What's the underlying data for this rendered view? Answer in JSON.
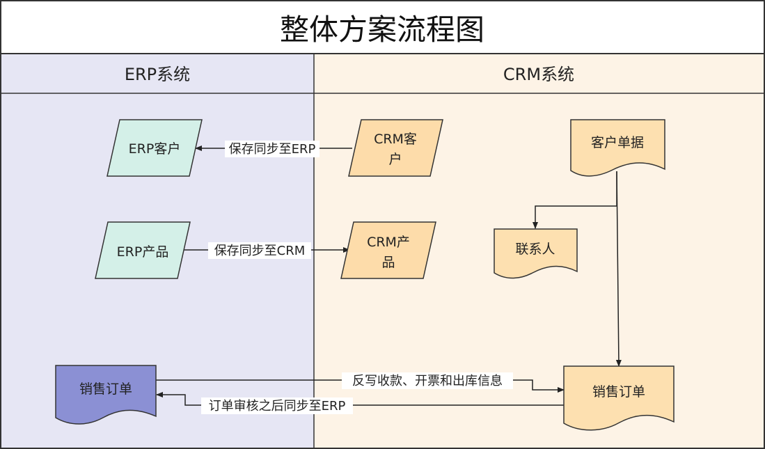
{
  "diagram": {
    "title": "整体方案流程图",
    "lanes": [
      {
        "id": "erp",
        "label": "ERP系统",
        "color": "#e6e6f4"
      },
      {
        "id": "crm",
        "label": "CRM系统",
        "color": "#fdf3e6"
      }
    ],
    "nodes": [
      {
        "id": "erp-customer",
        "shape": "parallelogram",
        "lines": [
          "ERP客户"
        ],
        "fill": "#d4f0e8"
      },
      {
        "id": "crm-customer",
        "shape": "parallelogram",
        "lines": [
          "CRM客",
          "户"
        ],
        "fill": "#fddcaa"
      },
      {
        "id": "customer-docs",
        "shape": "document",
        "lines": [
          "客户单据"
        ],
        "fill": "#fde0b0"
      },
      {
        "id": "erp-product",
        "shape": "parallelogram",
        "lines": [
          "ERP产品"
        ],
        "fill": "#d4f0e8"
      },
      {
        "id": "crm-product",
        "shape": "parallelogram",
        "lines": [
          "CRM产",
          "品"
        ],
        "fill": "#fddcaa"
      },
      {
        "id": "contact",
        "shape": "document",
        "lines": [
          "联系人"
        ],
        "fill": "#fde0b0"
      },
      {
        "id": "erp-sales-order",
        "shape": "document",
        "lines": [
          "销售订单"
        ],
        "fill": "#8b90d4"
      },
      {
        "id": "crm-sales-order",
        "shape": "document",
        "lines": [
          "销售订单"
        ],
        "fill": "#fde0b0"
      }
    ],
    "edges": [
      {
        "id": "sync-customer-to-erp",
        "from": "crm-customer",
        "to": "erp-customer",
        "label": "保存同步至ERP"
      },
      {
        "id": "sync-product-to-crm",
        "from": "erp-product",
        "to": "crm-product",
        "label": "保存同步至CRM"
      },
      {
        "id": "docs-to-contact",
        "from": "customer-docs",
        "to": "contact",
        "label": ""
      },
      {
        "id": "docs-to-sales-order",
        "from": "customer-docs",
        "to": "crm-sales-order",
        "label": ""
      },
      {
        "id": "writeback-to-crm",
        "from": "erp-sales-order",
        "to": "crm-sales-order",
        "label": "反写收款、开票和出库信息"
      },
      {
        "id": "order-sync-to-erp",
        "from": "crm-sales-order",
        "to": "erp-sales-order",
        "label": "订单审核之后同步至ERP"
      }
    ]
  },
  "colors": {
    "line": "#222222",
    "border": "#333333"
  }
}
